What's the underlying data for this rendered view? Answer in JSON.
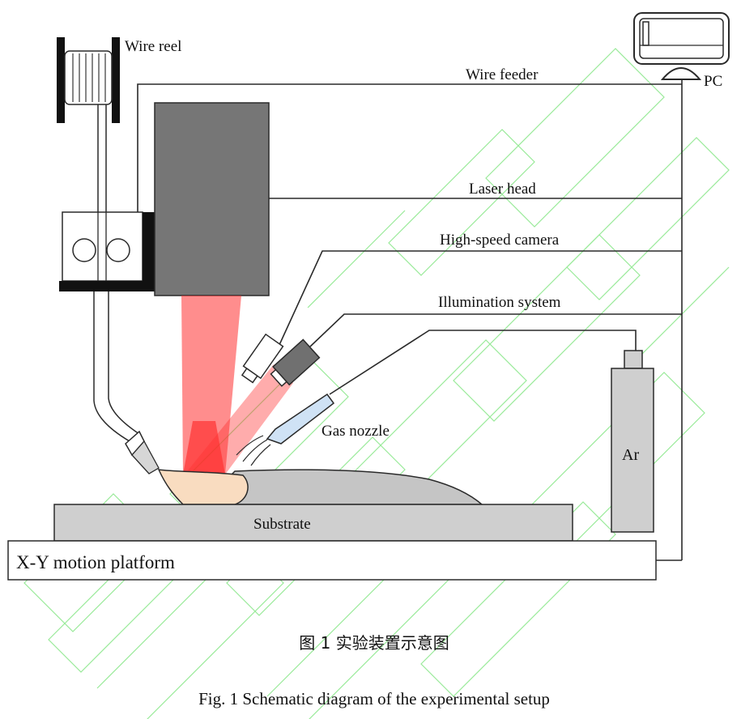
{
  "labels": {
    "wire_reel": "Wire reel",
    "wire_feeder": "Wire feeder",
    "pc": "PC",
    "laser_head": "Laser head",
    "high_speed_camera": "High-speed camera",
    "illumination_system": "Illumination system",
    "gas_nozzle": "Gas nozzle",
    "ar": "Ar",
    "substrate": "Substrate",
    "platform": "X-Y motion platform"
  },
  "captions": {
    "chinese": "图 1  实验装置示意图",
    "english": "Fig. 1 Schematic diagram of the experimental setup"
  },
  "colors": {
    "line": "#2a2a2a",
    "laser_head_fill": "#767676",
    "laser_beam": "#ff2f2f",
    "gray_part": "#cfcfcf",
    "bead": "#c5c5c5",
    "melt_pool": "#f9dcc0",
    "nozzle_blue": "#cfe2f5",
    "camera_fill": "#707070",
    "watermark": "#8ee88e"
  }
}
